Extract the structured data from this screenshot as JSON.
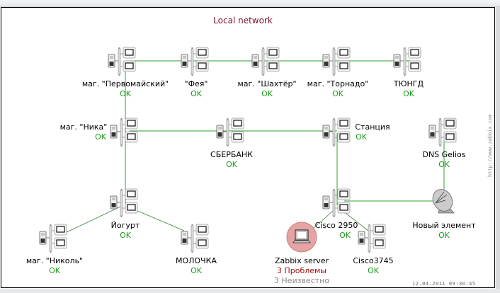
{
  "map": {
    "title": "Local network",
    "timestamp": "12.04.2011 09:30:45",
    "watermark": "http://www.zabbix.com",
    "colors": {
      "link": "#2ea02e",
      "link_thin": "#3a7a3a",
      "ok": "#1e9a1e",
      "problem": "#a01010",
      "unknown": "#888888",
      "title": "#7a1228"
    }
  },
  "nodes": [
    {
      "id": "pervomaisky",
      "label": "маг. \"Первомайский\"",
      "status": "OK",
      "icon": "switch-icon"
    },
    {
      "id": "feya",
      "label": "\"Фея\"",
      "status": "OK",
      "icon": "switch-icon"
    },
    {
      "id": "shakhter",
      "label": "маг. \"Шахтёр\"",
      "status": "OK",
      "icon": "switch-icon"
    },
    {
      "id": "tornado",
      "label": "маг. \"Торнадо\"",
      "status": "OK",
      "icon": "switch-icon"
    },
    {
      "id": "tyungd",
      "label": "ТЮНГД",
      "status": "OK",
      "icon": "switch-icon"
    },
    {
      "id": "nika",
      "label": "маг. \"Ника\"",
      "status": "OK",
      "icon": "switch-icon"
    },
    {
      "id": "sberbank",
      "label": "СБЕРБАНК",
      "status": "OK",
      "icon": "switch-icon"
    },
    {
      "id": "stanciya",
      "label": "Станция",
      "status": "OK",
      "icon": "switch-icon"
    },
    {
      "id": "dns-gelios",
      "label": "DNS Gelios",
      "status": "OK",
      "icon": "switch-icon"
    },
    {
      "id": "yogurt",
      "label": "Йогурт",
      "status": "OK",
      "icon": "switch-icon"
    },
    {
      "id": "nikol",
      "label": "маг. \"Николь\"",
      "status": "OK",
      "icon": "switch-icon"
    },
    {
      "id": "molochka",
      "label": "МОЛОЧКА",
      "status": "OK",
      "icon": "switch-icon"
    },
    {
      "id": "cisco2950",
      "label": "Cisco 2950",
      "status": "OK",
      "icon": "switch-icon"
    },
    {
      "id": "zabbix",
      "label": "Zabbix server",
      "status": "3 Проблемы",
      "status2": "3 Неизвестно",
      "icon": "server-problem-icon"
    },
    {
      "id": "cisco3745",
      "label": "Cisco3745",
      "status": "OK",
      "icon": "switch-icon"
    },
    {
      "id": "novy",
      "label": "Новый элемент",
      "status": "OK",
      "icon": "satellite-dish-icon"
    }
  ]
}
